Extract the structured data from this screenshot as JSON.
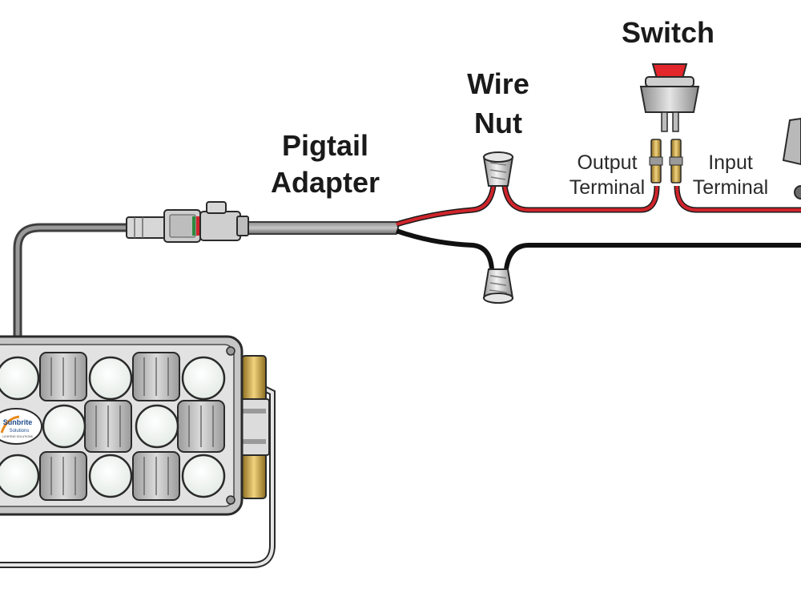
{
  "labels": {
    "switch": "Switch",
    "wire_nut_line1": "Wire",
    "wire_nut_line2": "Nut",
    "pigtail_line1": "Pigtail",
    "pigtail_line2": "Adapter",
    "output_line1": "Output",
    "output_line2": "Terminal",
    "input_line1": "Input",
    "input_line2": "Terminal"
  },
  "logo": {
    "line1": "Sunbrite",
    "line2": "Solutions",
    "tagline": "LIGHTING SOLUTIONS"
  },
  "colors": {
    "positive_wire": "#d0242b",
    "negative_wire": "#111111",
    "cable": "#555555",
    "switch_rocker": "#e2262b",
    "housing": "#d9d9d9",
    "brass": "#c8a24a"
  }
}
